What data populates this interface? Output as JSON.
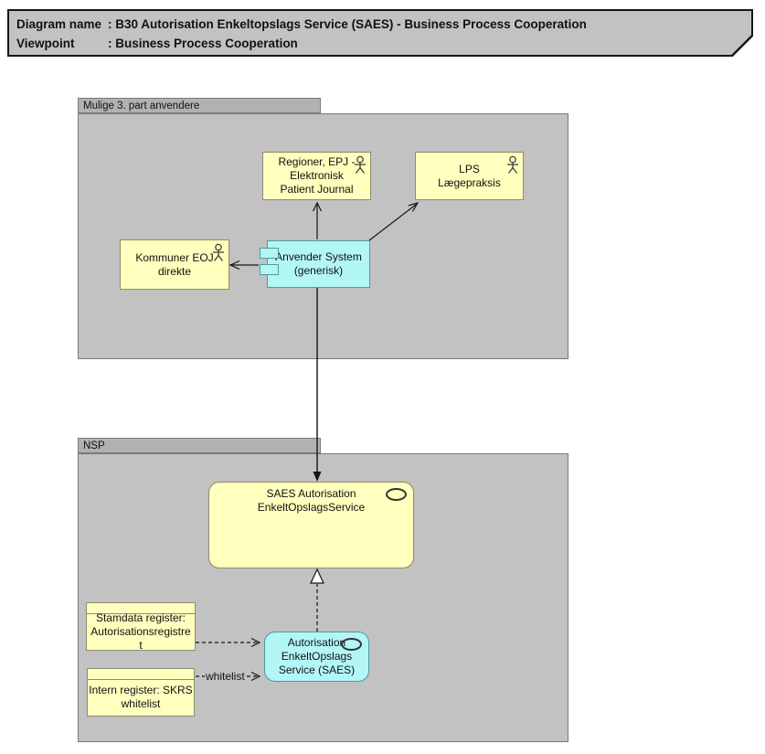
{
  "title_block": {
    "line1_label": "Diagram name",
    "line1_value": ": B30 Autorisation Enkeltopslags Service (SAES) - Business Process Cooperation",
    "line2_label": "Viewpoint",
    "line2_value": ": Business Process Cooperation"
  },
  "groups": {
    "third_party": {
      "label": "Mulige 3. part anvendere"
    },
    "nsp": {
      "label": "NSP"
    }
  },
  "nodes": {
    "regioner": {
      "label": "Regioner, EPJ -\nElektronisk\nPatient Journal",
      "icon": "actor-icon"
    },
    "lps": {
      "label": "LPS\nLægepraksis",
      "icon": "actor-icon"
    },
    "kommuner": {
      "label": "Kommuner EOJ\ndirekte",
      "icon": "actor-icon"
    },
    "anvender": {
      "label": "Anvender System\n(generisk)",
      "icon": "component-icon"
    },
    "saes_service": {
      "label": "SAES Autorisation\nEnkeltOpslagsService",
      "icon": "service-oval-icon"
    },
    "autorisation_service": {
      "label": "Autorisation\nEnkeltOpslags\nService (SAES)",
      "icon": "service-oval-icon"
    },
    "stamdata": {
      "label": "Stamdata register:\nAutorisationsregistre\nt",
      "icon": "object-band-icon"
    },
    "intern": {
      "label": "Intern register: SKRS\nwhitelist",
      "icon": "object-band-icon"
    }
  },
  "connections": {
    "whitelist_label": "whitelist"
  },
  "colors": {
    "group_gray": "#c2c2c2",
    "tab_gray": "#b1b1b1",
    "title_gray": "#c2c2c2",
    "yellow_fill": "#ffffbe",
    "yellow_border": "#8c8c6e",
    "cyan_fill": "#b3f6f6",
    "cyan_border": "#4f9b9b",
    "line_color": "#151515"
  }
}
